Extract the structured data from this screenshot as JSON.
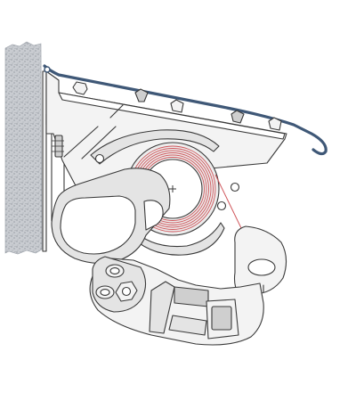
{
  "title": "",
  "colors": {
    "background": "#ffffff",
    "wall": "#c9ccd1",
    "wall_speckle": "#8e949c",
    "line": "#3a3a3a",
    "part_light": "#f3f3f3",
    "part_mid": "#e4e4e4",
    "part_dark": "#cfcfcf",
    "cover_profile": "#3f5877",
    "fabric_roll": "#d0575c"
  },
  "icons": [
    "wall-texture",
    "front-cover-profile",
    "fabric-roller",
    "awning-arm",
    "arm-elbow",
    "mounting-bracket"
  ],
  "labels": []
}
